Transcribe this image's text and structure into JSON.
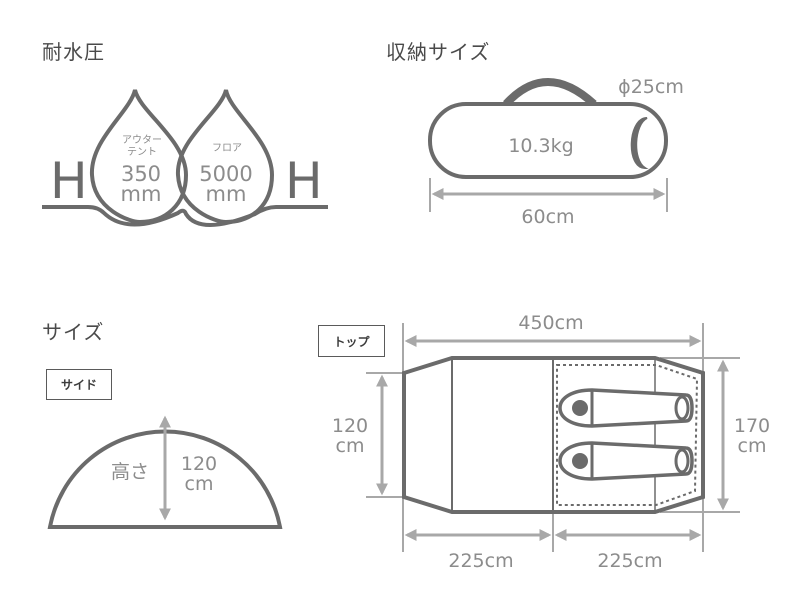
{
  "sections": {
    "water_pressure": {
      "heading": "耐水圧",
      "outer_tent": {
        "label_line1": "アウター",
        "label_line2": "テント",
        "value": "350",
        "unit": "mm"
      },
      "floor": {
        "label": "フロア",
        "value": "5000",
        "unit": "mm"
      },
      "h_left": "H",
      "h_right": "H"
    },
    "storage_size": {
      "heading": "収納サイズ",
      "diameter": "ϕ25cm",
      "weight": "10.3kg",
      "length": "60cm"
    },
    "size": {
      "heading": "サイズ",
      "side_view": {
        "label": "サイド",
        "height_label": "高さ",
        "height_value": "120",
        "height_unit": "cm"
      },
      "top_view": {
        "label": "トップ",
        "total_length": "450cm",
        "left_height_value": "120",
        "left_height_unit": "cm",
        "right_height_value": "170",
        "right_height_unit": "cm",
        "front_length": "225cm",
        "rear_length": "225cm"
      }
    }
  },
  "colors": {
    "outline": "#6b6b6b",
    "dimension": "#a8a8a8",
    "text": "#8c8c8c",
    "heading": "#4a4a4a"
  }
}
